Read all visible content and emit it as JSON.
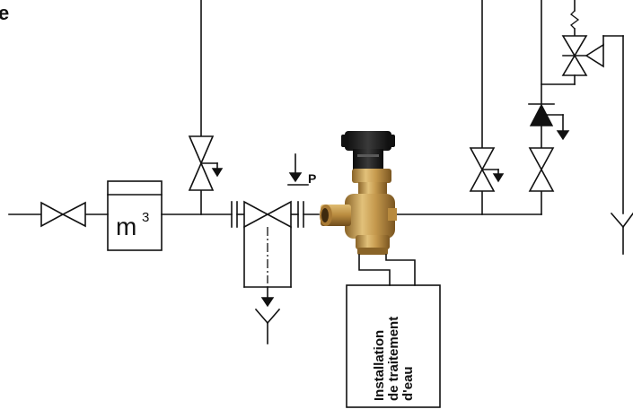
{
  "header_fragment": "e",
  "meter": {
    "unit": "m",
    "exponent": "3"
  },
  "pressure_label": "P",
  "treatment_box": {
    "lines": [
      "Installation",
      "de traitement",
      "d'eau"
    ]
  },
  "colors": {
    "line": "#111111",
    "background": "#ffffff",
    "brass": "#c69a4e",
    "handwheel": "#1c1c1c"
  },
  "icons": [
    "gate-valve-icon",
    "drain-valve-icon",
    "check-valve-icon",
    "pressure-reducer-icon",
    "funnel-icon",
    "arrow-down-icon"
  ]
}
